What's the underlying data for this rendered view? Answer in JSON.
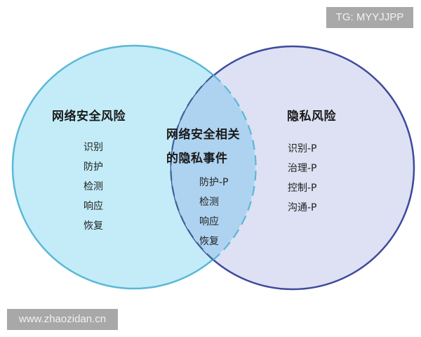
{
  "colors": {
    "left_fill": "#c3ecf8",
    "left_stroke": "#5ab8d6",
    "right_fill": "#dde1f3",
    "right_stroke": "#3d4a9c",
    "overlap_fill": "#aed3f0",
    "overlap_dash": "#3f5f96"
  },
  "left_set": {
    "title": "网络安全风险",
    "items": [
      "识别",
      "防护",
      "检测",
      "响应",
      "恢复"
    ]
  },
  "overlap": {
    "title_line1": "网络安全相关",
    "title_line2": "的隐私事件",
    "items": [
      "防护-P",
      "检测",
      "响应",
      "恢复"
    ]
  },
  "right_set": {
    "title": "隐私风险",
    "items": [
      "识别-P",
      "治理-P",
      "控制-P",
      "沟通-P"
    ]
  },
  "watermarks": {
    "top_right": "TG: MYYJJPP",
    "bottom_left": "www.zhaozidan.cn"
  }
}
